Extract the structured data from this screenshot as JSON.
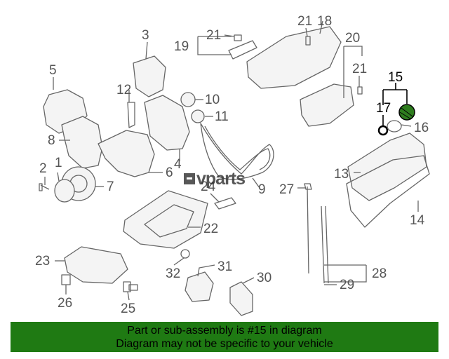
{
  "callouts": {
    "n1": "1",
    "n2": "2",
    "n3": "3",
    "n4": "4",
    "n5": "5",
    "n6": "6",
    "n7": "7",
    "n8": "8",
    "n9": "9",
    "n10": "10",
    "n11": "11",
    "n12": "12",
    "n13": "13",
    "n14": "14",
    "n15": "15",
    "n16": "16",
    "n17": "17",
    "n18": "18",
    "n19": "19",
    "n20": "20",
    "n21a": "21",
    "n21b": "21",
    "n21c": "21",
    "n22": "22",
    "n23": "23",
    "n24": "24",
    "n25": "25",
    "n26": "26",
    "n27": "27",
    "n28": "28",
    "n29": "29",
    "n30": "30",
    "n31": "31",
    "n32": "32"
  },
  "highlight_color": "#2e7d1e",
  "watermark": {
    "text": "vparts"
  },
  "banner": {
    "background": "#1f7a13",
    "line1": "Part or sub-assembly is #15 in diagram",
    "line2": "Diagram may not be specific to your vehicle"
  }
}
